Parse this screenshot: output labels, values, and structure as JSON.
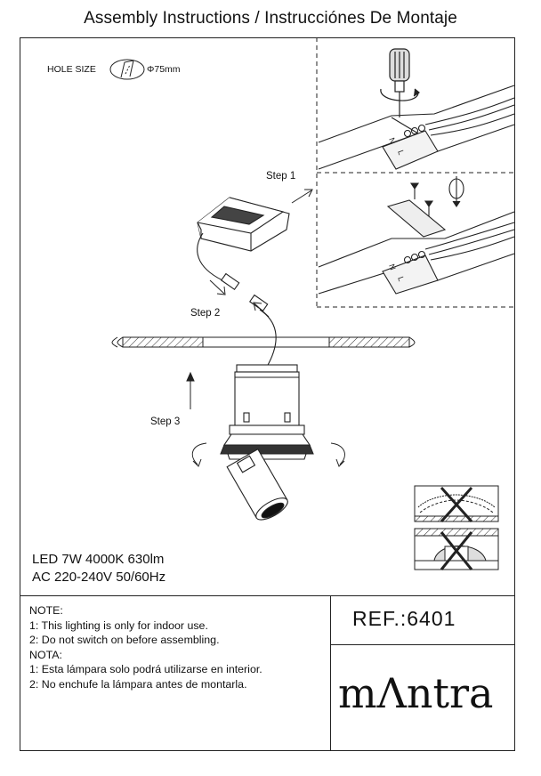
{
  "header": {
    "title": "Assembly Instructions / Instrucciónes De Montaje"
  },
  "hole": {
    "label": "HOLE SIZE",
    "value": "Φ75mm"
  },
  "steps": {
    "step1": "Step 1",
    "step2": "Step 2",
    "step3": "Step 3"
  },
  "specs": {
    "line1": "LED 7W 4000K 630lm",
    "line2": "AC 220-240V  50/60Hz"
  },
  "notes": [
    "NOTE:",
    "1: This lighting is only for indoor use.",
    "2: Do not switch on before assembling.",
    "NOTA:",
    "1: Esta lámpara solo podrá utilizarse en interior.",
    "2: No enchufe la lámpara antes de montarla."
  ],
  "ref": {
    "label": "REF.:6401"
  },
  "brand": {
    "name": "mΛntra"
  },
  "terminal_marks": {
    "n": "N",
    "l": "L"
  }
}
